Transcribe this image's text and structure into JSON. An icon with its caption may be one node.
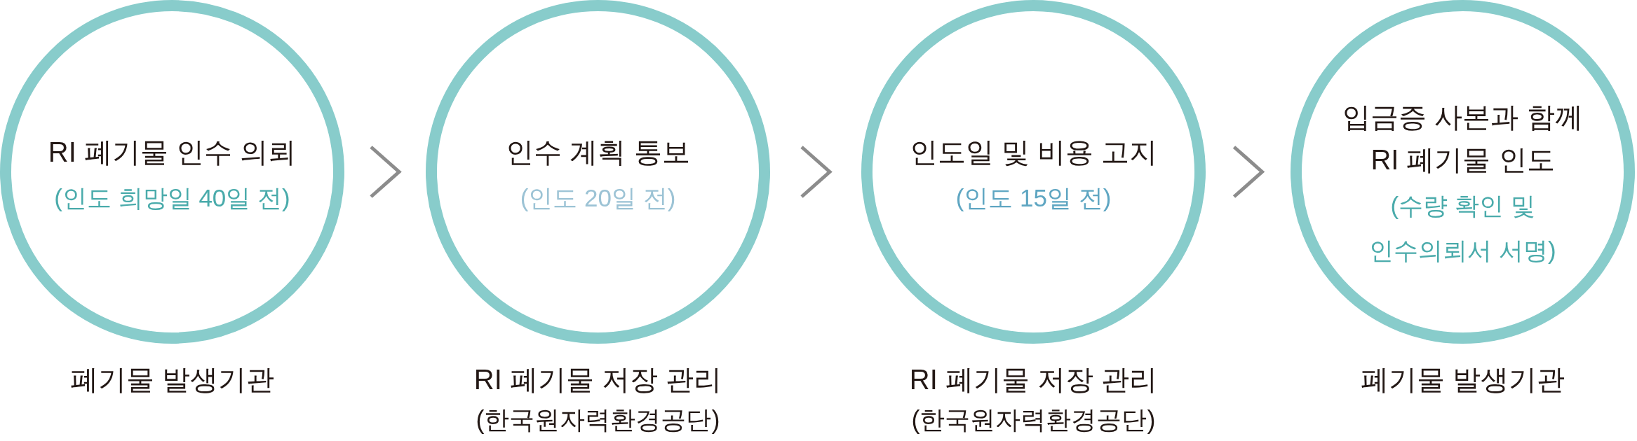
{
  "diagram": {
    "nodes": [
      {
        "text": [
          "RI 폐기물 인수 의뢰",
          "(인도 희망일 40일 전)"
        ],
        "beside": [
          "폐기물 발생기관"
        ]
      },
      {
        "text": [
          "인수 계획 통보",
          "(인도 20일 전)"
        ],
        "beside": [
          "RI 폐기물 저장 관리",
          "(한국원자력환경공단)"
        ]
      },
      {
        "text": [
          "인도일 및 비용 고지",
          "(인도 15일 전)"
        ],
        "beside": [
          "RI 폐기물 저장 관리",
          "(한국원자력환경공단)"
        ]
      },
      {
        "text": [
          "입금증 사본과 함께 RI 폐기물 인도",
          "(수량 확인 및 인수의뢰서 서명)"
        ],
        "beside": [
          "폐기물 발생기관"
        ]
      }
    ],
    "edges": [
      {
        "from": 0,
        "to": 1,
        "arrow": "to"
      },
      {
        "from": 1,
        "to": 2,
        "arrow": "to"
      },
      {
        "from": 2,
        "to": 3,
        "arrow": "to"
      }
    ]
  }
}
